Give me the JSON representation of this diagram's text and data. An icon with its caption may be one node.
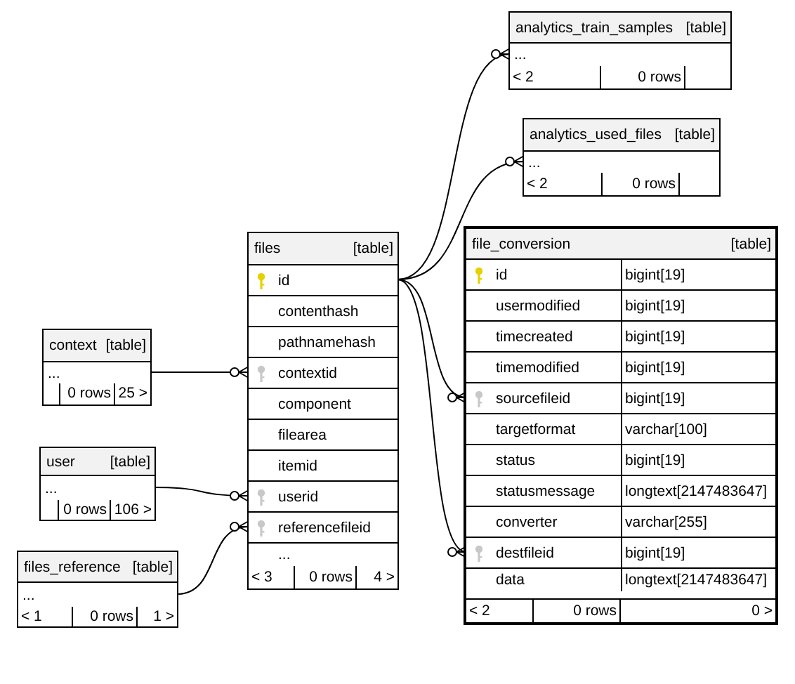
{
  "diagram": {
    "nodes": [
      {
        "text": [
          "analytics_train_samples",
          "[table]",
          "< 2",
          "0 rows"
        ]
      },
      {
        "text": [
          "..."
        ],
        "in": 0
      },
      {
        "text": [
          "analytics_used_files",
          "[table]",
          "< 2",
          "0 rows"
        ]
      },
      {
        "text": [
          "..."
        ],
        "in": 2
      },
      {
        "text": [
          "files",
          "[table]",
          "< 3",
          "0 rows",
          "4 >"
        ]
      },
      {
        "text": [
          "id"
        ],
        "in": 4
      },
      {
        "text": [
          "contenthash"
        ],
        "in": 4
      },
      {
        "text": [
          "pathnamehash"
        ],
        "in": 4
      },
      {
        "text": [
          "contextid"
        ],
        "in": 4
      },
      {
        "text": [
          "component"
        ],
        "in": 4
      },
      {
        "text": [
          "filearea"
        ],
        "in": 4
      },
      {
        "text": [
          "itemid"
        ],
        "in": 4
      },
      {
        "text": [
          "userid"
        ],
        "in": 4
      },
      {
        "text": [
          "referencefileid"
        ],
        "in": 4
      },
      {
        "text": [
          "..."
        ],
        "in": 4
      },
      {
        "text": [
          "context",
          "[table]",
          "0 rows",
          "25 >"
        ]
      },
      {
        "text": [
          "..."
        ],
        "in": 15
      },
      {
        "text": [
          "user",
          "[table]",
          "0 rows",
          "106 >"
        ]
      },
      {
        "text": [
          "..."
        ],
        "in": 17
      },
      {
        "text": [
          "files_reference",
          "[table]",
          "< 1",
          "0 rows",
          "1 >"
        ]
      },
      {
        "text": [
          "..."
        ],
        "in": 19
      },
      {
        "text": [
          "file_conversion",
          "[table]",
          "< 2",
          "0 rows",
          "0 >"
        ]
      },
      {
        "text": [
          "id",
          "bigint[19]"
        ],
        "in": 21
      },
      {
        "text": [
          "usermodified",
          "bigint[19]"
        ],
        "in": 21
      },
      {
        "text": [
          "timecreated",
          "bigint[19]"
        ],
        "in": 21
      },
      {
        "text": [
          "timemodified",
          "bigint[19]"
        ],
        "in": 21
      },
      {
        "text": [
          "sourcefileid",
          "bigint[19]"
        ],
        "in": 21
      },
      {
        "text": [
          "targetformat",
          "varchar[100]"
        ],
        "in": 21
      },
      {
        "text": [
          "status",
          "bigint[19]"
        ],
        "in": 21
      },
      {
        "text": [
          "statusmessage",
          "longtext[2147483647]"
        ],
        "in": 21
      },
      {
        "text": [
          "converter",
          "varchar[255]"
        ],
        "in": 21
      },
      {
        "text": [
          "destfileid",
          "bigint[19]"
        ],
        "in": 21
      },
      {
        "text": [
          "data",
          "longtext[2147483647]"
        ],
        "in": 21
      }
    ],
    "edges": [
      {
        "from": 5,
        "to": 1,
        "arrow": "other"
      },
      {
        "from": 5,
        "to": 3,
        "arrow": "other"
      },
      {
        "from": 5,
        "to": 26,
        "arrow": "other"
      },
      {
        "from": 5,
        "to": 31,
        "arrow": "other"
      },
      {
        "from": 16,
        "to": 8,
        "arrow": "other"
      },
      {
        "from": 18,
        "to": 12,
        "arrow": "other"
      },
      {
        "from": 20,
        "to": 13,
        "arrow": "other"
      }
    ]
  }
}
